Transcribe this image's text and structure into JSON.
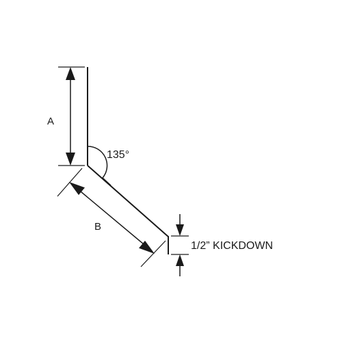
{
  "diagram": {
    "labels": {
      "dimension_a": "A",
      "dimension_b": "B",
      "angle": "135°",
      "kickdown": "1/2” KICKDOWN"
    },
    "colors": {
      "line": "#1a1a1a",
      "background": "#ffffff"
    }
  }
}
